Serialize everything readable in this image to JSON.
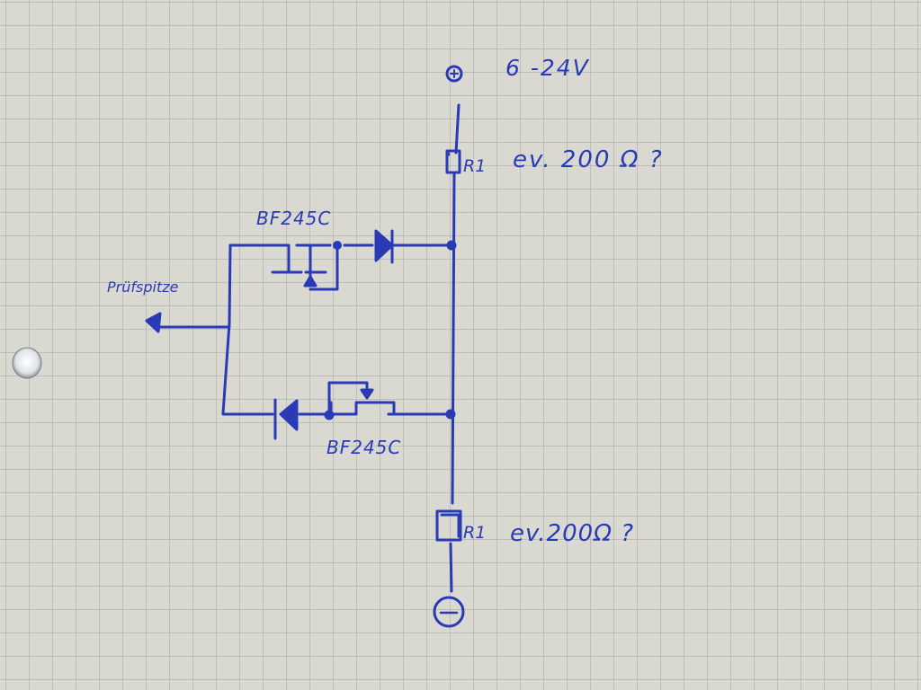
{
  "paper": {
    "background": "#d9d9d2",
    "grid_color": "#a9aea8",
    "ink_color": "#2a3ab6"
  },
  "supply": {
    "plus_symbol": "+",
    "voltage_label": "6 -24V",
    "minus_symbol": "-"
  },
  "resistors": {
    "top_label": "R1",
    "top_note": "ev. 200 Ω ?",
    "bottom_label": "R1",
    "bottom_note": "ev.200Ω ?"
  },
  "transistors": {
    "top_part": "BF245C",
    "bottom_part": "BF245C"
  },
  "probe": {
    "label": "Prüfspitze"
  }
}
